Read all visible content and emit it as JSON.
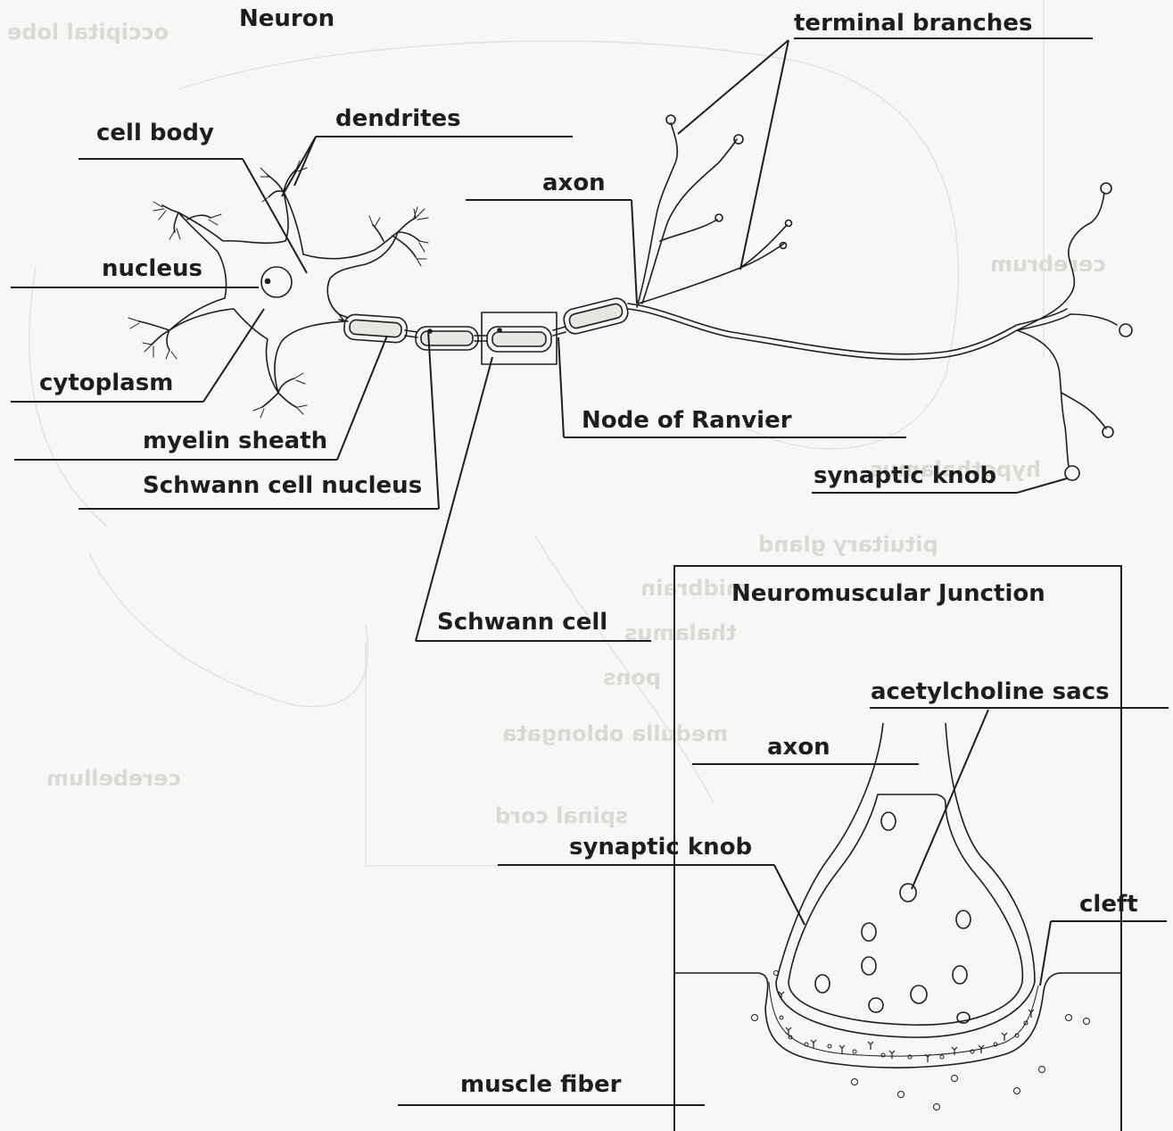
{
  "diagram": {
    "title": "Neuron",
    "nmj_title": "Neuromuscular Junction",
    "labels": {
      "terminal_branches": "terminal branches",
      "cell_body": "cell body",
      "dendrites": "dendrites",
      "axon": "axon",
      "nucleus": "nucleus",
      "cytoplasm": "cytoplasm",
      "myelin_sheath": "myelin sheath",
      "schwann_nucleus": "Schwann cell nucleus",
      "node_ranvier": "Node of Ranvier",
      "synaptic_knob": "synaptic knob",
      "schwann_cell": "Schwann cell",
      "acetylcholine": "acetylcholine sacs",
      "nmj_axon": "axon",
      "nmj_synaptic_knob": "synaptic knob",
      "cleft": "cleft",
      "muscle_fiber": "muscle fiber"
    },
    "bleed_through": {
      "g1": "occipital lobe",
      "g2": "cerebrum",
      "g3": "hypothalamus",
      "g4": "pituitary gland",
      "g5": "midbrain",
      "g6": "thalamus",
      "g7": "pons",
      "g8": "medulla oblongata",
      "g9": "spinal cord",
      "g10": "cerebellum"
    },
    "colors": {
      "ink": "#1e1e1e",
      "paper": "#f7f7f5",
      "ghost": "#d9d9d6"
    }
  }
}
